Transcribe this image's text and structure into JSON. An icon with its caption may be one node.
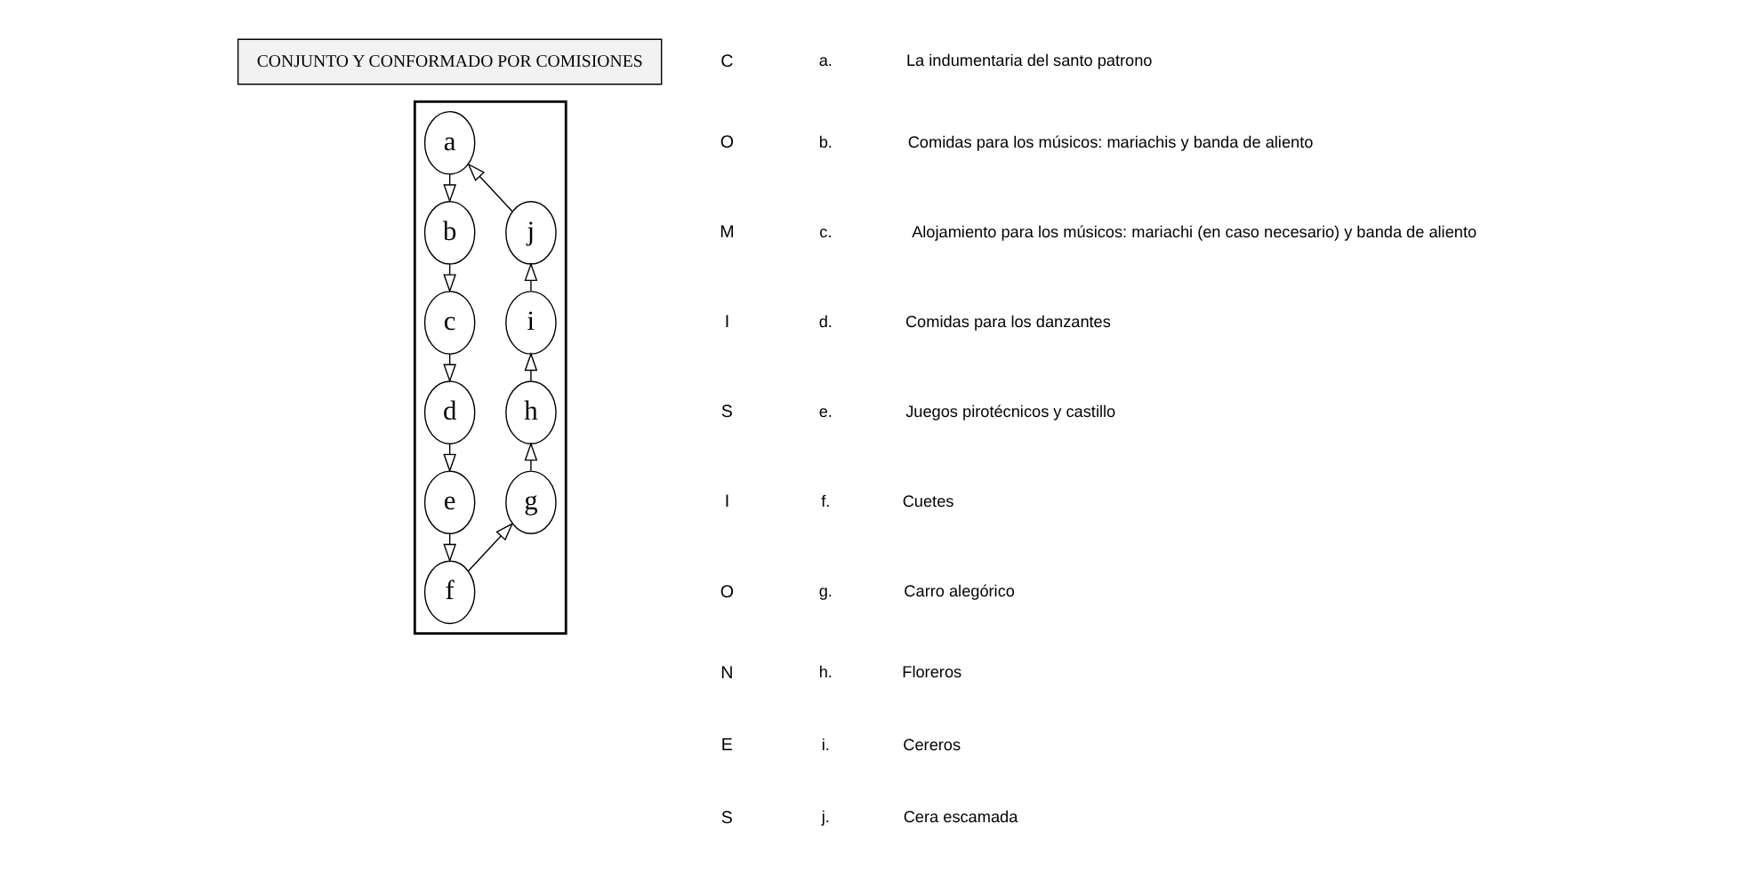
{
  "diagram": {
    "nodes": [
      {
        "text": [
          "CONJUNTO Y CONFORMADO POR COMISIONES"
        ]
      },
      {
        "text": [],
        "shape": "box"
      },
      {
        "text": [
          "a"
        ],
        "in": 1
      },
      {
        "text": [
          "b"
        ],
        "in": 1
      },
      {
        "text": [
          "c"
        ],
        "in": 1
      },
      {
        "text": [
          "d"
        ],
        "in": 1
      },
      {
        "text": [
          "e"
        ],
        "in": 1
      },
      {
        "text": [
          "f"
        ],
        "in": 1
      },
      {
        "text": [
          "g"
        ],
        "in": 1
      },
      {
        "text": [
          "h"
        ],
        "in": 1
      },
      {
        "text": [
          "i"
        ],
        "in": 1
      },
      {
        "text": [
          "j"
        ],
        "in": 1
      }
    ],
    "edges": [
      {
        "from": 2,
        "to": 3,
        "arrow": "to"
      },
      {
        "from": 3,
        "to": 4,
        "arrow": "to"
      },
      {
        "from": 4,
        "to": 5,
        "arrow": "to"
      },
      {
        "from": 5,
        "to": 6,
        "arrow": "to"
      },
      {
        "from": 6,
        "to": 7,
        "arrow": "to"
      },
      {
        "from": 7,
        "to": 8,
        "arrow": "to"
      },
      {
        "from": 8,
        "to": 9,
        "arrow": "to"
      },
      {
        "from": 9,
        "to": 10,
        "arrow": "to"
      },
      {
        "from": 10,
        "to": 11,
        "arrow": "to"
      },
      {
        "from": 11,
        "to": 2,
        "arrow": "to"
      }
    ],
    "labels": [
      "C",
      "O",
      "M",
      "I",
      "S",
      "I",
      "O",
      "N",
      "E",
      "S",
      "a.",
      "La indumentaria del santo patrono",
      "b.",
      "Comidas para los músicos: mariachis y banda de aliento",
      "c.",
      "Alojamiento para los músicos: mariachi (en caso necesario) y banda de aliento",
      "d.",
      "Comidas para los danzantes",
      "e.",
      "Juegos pirotécnicos y castillo",
      "f.",
      "Cuetes",
      "g.",
      "Carro alegórico",
      "h.",
      "Floreros",
      "i.",
      "Cereros",
      "j.",
      "Cera escamada"
    ]
  }
}
